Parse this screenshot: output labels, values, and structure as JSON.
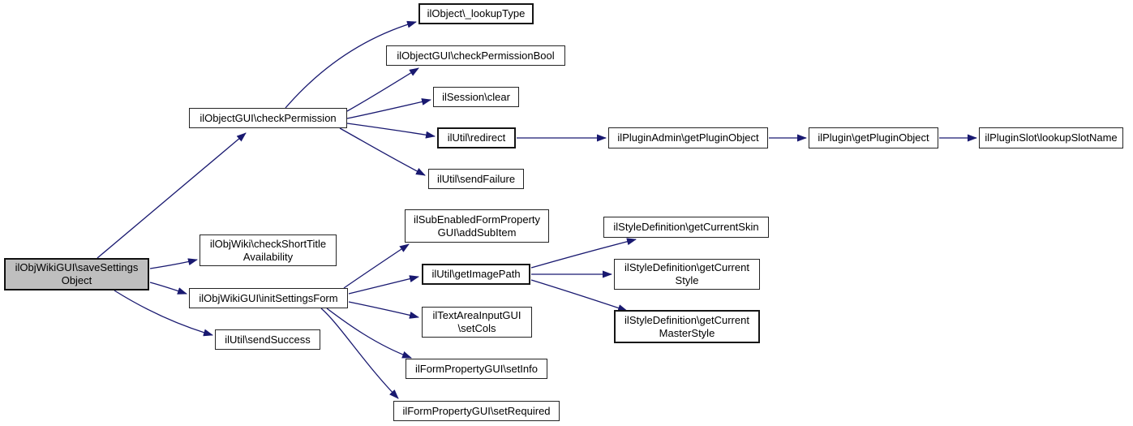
{
  "diagram": {
    "type": "call-graph",
    "colors": {
      "background": "#ffffff",
      "edge": "#191970",
      "node_border": "#242424",
      "node_fill": "#ffffff",
      "root_fill": "#bfbfbf",
      "text": "#000000"
    },
    "nodes": [
      {
        "id": "saveSettingsObject",
        "label": "ilObjWikiGUI\\saveSettings\nObject",
        "root": true
      },
      {
        "id": "checkPermission",
        "label": "ilObjectGUI\\checkPermission"
      },
      {
        "id": "checkShortTitleAvailability",
        "label": "ilObjWiki\\checkShortTitle\nAvailability"
      },
      {
        "id": "initSettingsForm",
        "label": "ilObjWikiGUI\\initSettingsForm"
      },
      {
        "id": "sendSuccess",
        "label": "ilUtil\\sendSuccess"
      },
      {
        "id": "lookupType",
        "label": "ilObject\\_lookupType"
      },
      {
        "id": "checkPermissionBool",
        "label": "ilObjectGUI\\checkPermissionBool"
      },
      {
        "id": "sessionClear",
        "label": "ilSession\\clear"
      },
      {
        "id": "redirect",
        "label": "ilUtil\\redirect"
      },
      {
        "id": "sendFailure",
        "label": "ilUtil\\sendFailure"
      },
      {
        "id": "addSubItem",
        "label": "ilSubEnabledFormProperty\nGUI\\addSubItem"
      },
      {
        "id": "getImagePath",
        "label": "ilUtil\\getImagePath"
      },
      {
        "id": "setCols",
        "label": "ilTextAreaInputGUI\n\\setCols"
      },
      {
        "id": "setInfo",
        "label": "ilFormPropertyGUI\\setInfo"
      },
      {
        "id": "setRequired",
        "label": "ilFormPropertyGUI\\setRequired"
      },
      {
        "id": "pluginAdminGetPluginObject",
        "label": "ilPluginAdmin\\getPluginObject"
      },
      {
        "id": "pluginGetPluginObject",
        "label": "ilPlugin\\getPluginObject"
      },
      {
        "id": "pluginSlotLookupSlotName",
        "label": "ilPluginSlot\\lookupSlotName"
      },
      {
        "id": "getCurrentSkin",
        "label": "ilStyleDefinition\\getCurrentSkin"
      },
      {
        "id": "getCurrentStyle",
        "label": "ilStyleDefinition\\getCurrent\nStyle"
      },
      {
        "id": "getCurrentMasterStyle",
        "label": "ilStyleDefinition\\getCurrent\nMasterStyle"
      }
    ],
    "edges": [
      {
        "from": "saveSettingsObject",
        "to": "checkPermission"
      },
      {
        "from": "saveSettingsObject",
        "to": "checkShortTitleAvailability"
      },
      {
        "from": "saveSettingsObject",
        "to": "initSettingsForm"
      },
      {
        "from": "saveSettingsObject",
        "to": "sendSuccess"
      },
      {
        "from": "checkPermission",
        "to": "lookupType"
      },
      {
        "from": "checkPermission",
        "to": "checkPermissionBool"
      },
      {
        "from": "checkPermission",
        "to": "sessionClear"
      },
      {
        "from": "checkPermission",
        "to": "redirect"
      },
      {
        "from": "checkPermission",
        "to": "sendFailure"
      },
      {
        "from": "redirect",
        "to": "pluginAdminGetPluginObject"
      },
      {
        "from": "pluginAdminGetPluginObject",
        "to": "pluginGetPluginObject"
      },
      {
        "from": "pluginGetPluginObject",
        "to": "pluginSlotLookupSlotName"
      },
      {
        "from": "initSettingsForm",
        "to": "addSubItem"
      },
      {
        "from": "initSettingsForm",
        "to": "getImagePath"
      },
      {
        "from": "initSettingsForm",
        "to": "setCols"
      },
      {
        "from": "initSettingsForm",
        "to": "setInfo"
      },
      {
        "from": "initSettingsForm",
        "to": "setRequired"
      },
      {
        "from": "getImagePath",
        "to": "getCurrentSkin"
      },
      {
        "from": "getImagePath",
        "to": "getCurrentStyle"
      },
      {
        "from": "getImagePath",
        "to": "getCurrentMasterStyle"
      }
    ]
  }
}
